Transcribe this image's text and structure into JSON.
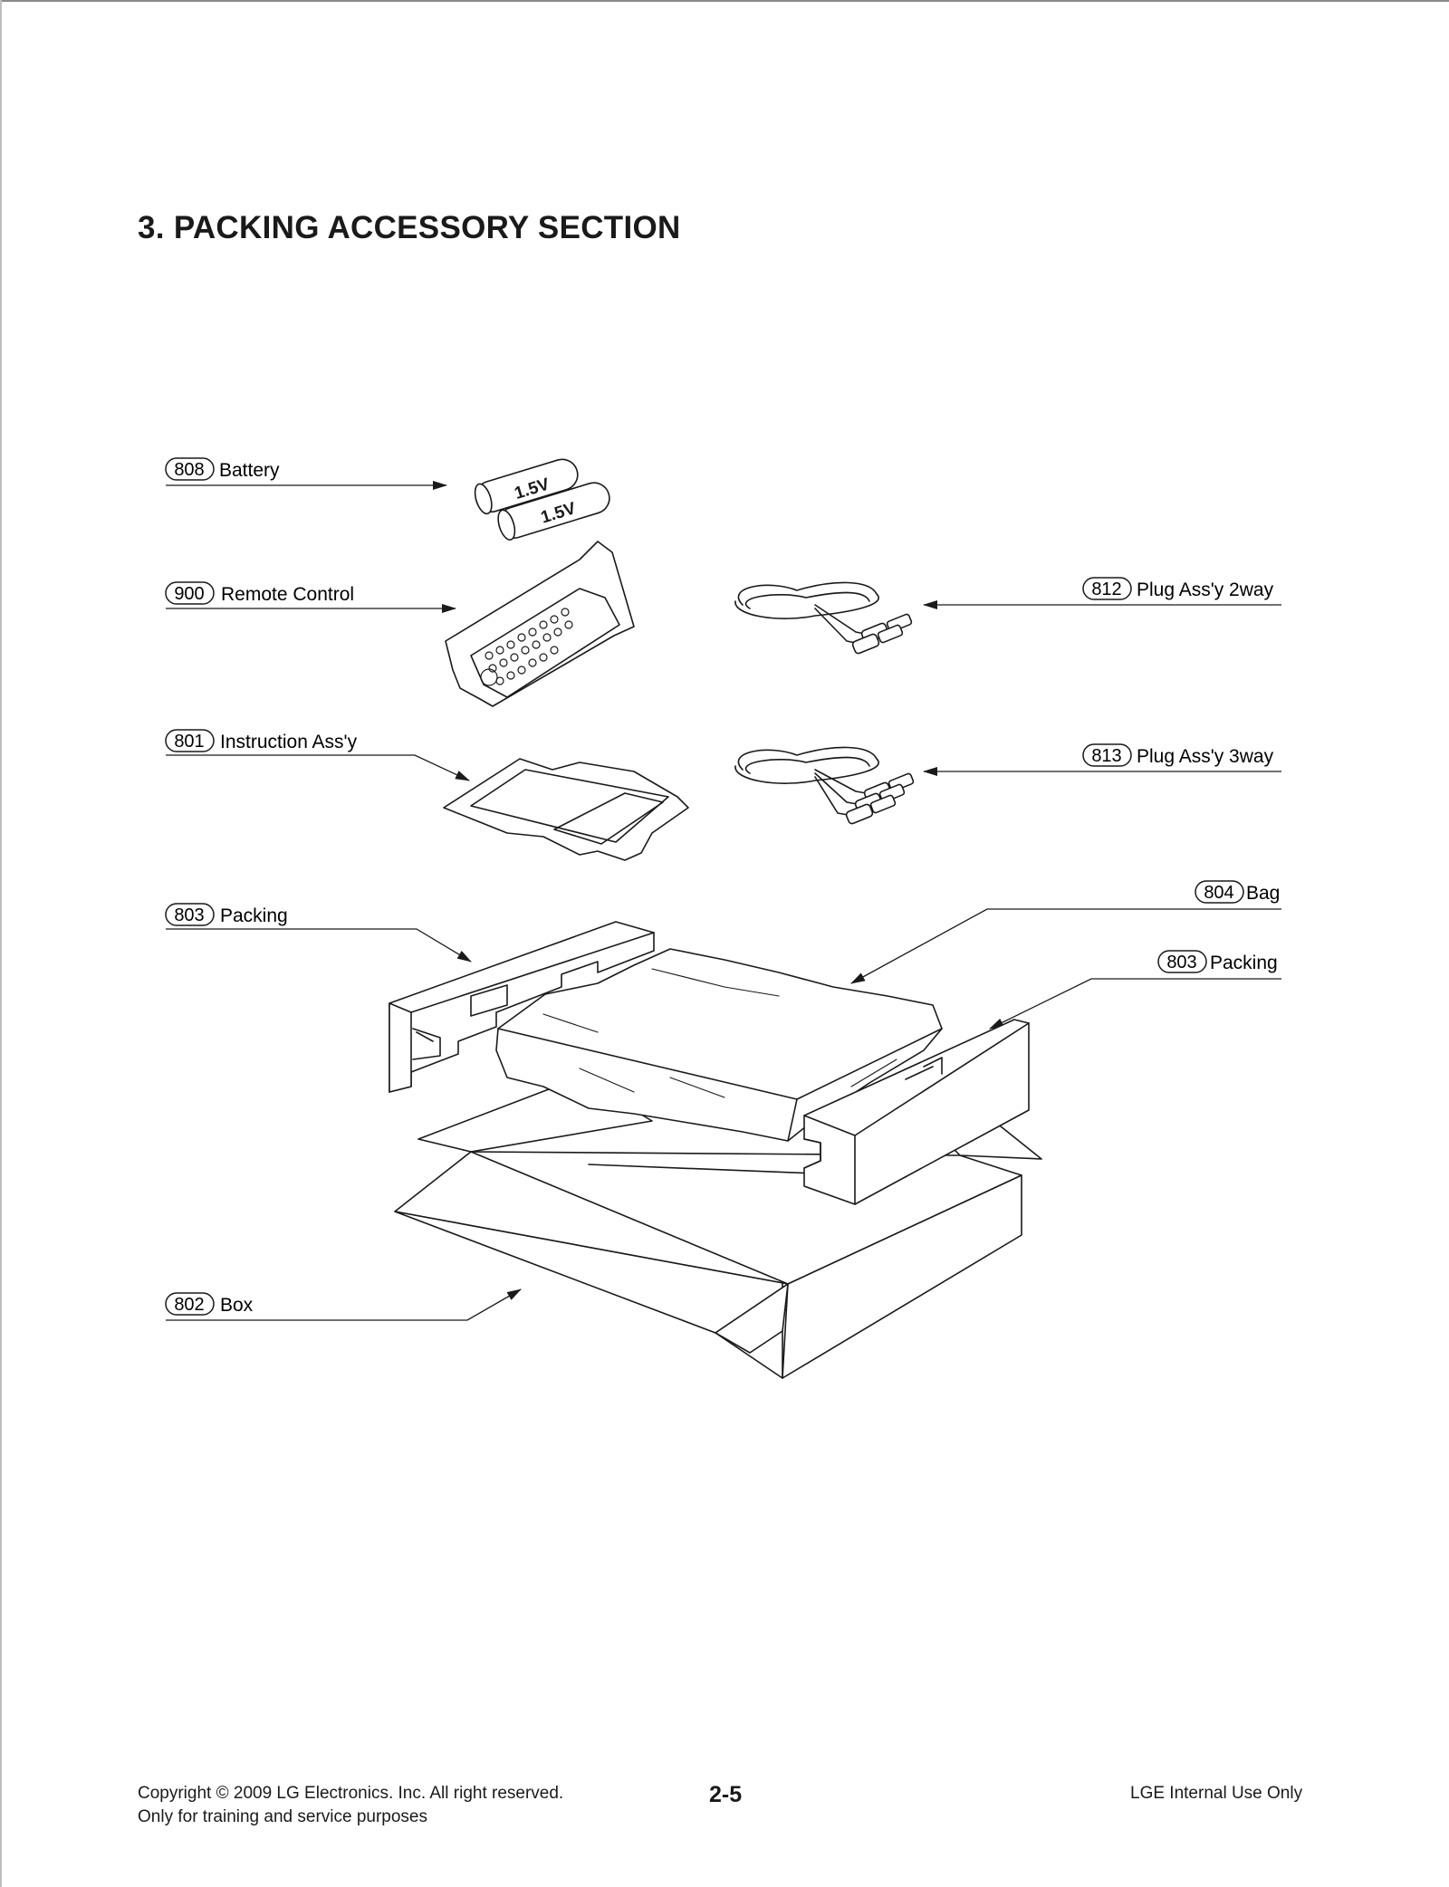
{
  "page": {
    "title": "3. PACKING ACCESSORY SECTION"
  },
  "parts": [
    {
      "id": "battery",
      "code": "808",
      "name": "Battery"
    },
    {
      "id": "remote",
      "code": "900",
      "name": "Remote Control"
    },
    {
      "id": "instruction",
      "code": "801",
      "name": "Instruction Ass'y"
    },
    {
      "id": "packing-left",
      "code": "803",
      "name": "Packing"
    },
    {
      "id": "box",
      "code": "802",
      "name": "Box"
    },
    {
      "id": "plug-2way",
      "code": "812",
      "name": "Plug Ass'y 2way"
    },
    {
      "id": "plug-3way",
      "code": "813",
      "name": "Plug Ass'y 3way"
    },
    {
      "id": "bag",
      "code": "804",
      "name": "Bag"
    },
    {
      "id": "packing-right",
      "code": "803",
      "name": "Packing"
    }
  ],
  "battery_text": [
    "1.5V",
    "1.5V"
  ],
  "footer": {
    "copyright": "Copyright © 2009 LG Electronics. Inc. All right reserved.",
    "purpose": "Only for training and service purposes",
    "page_number": "2-5",
    "internal": "LGE Internal Use Only"
  }
}
